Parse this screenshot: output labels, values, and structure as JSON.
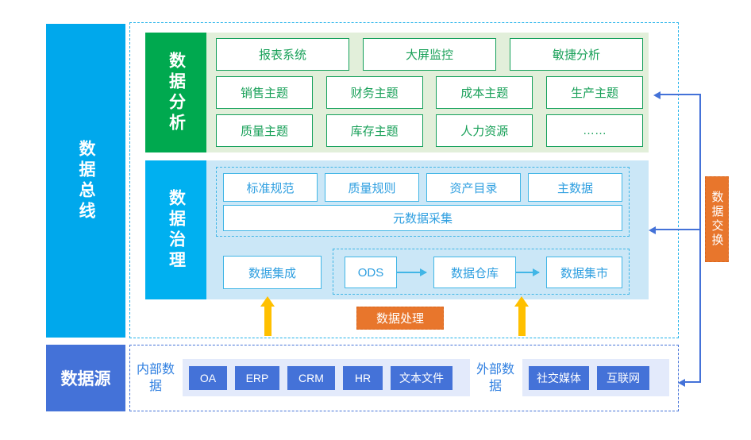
{
  "left_rail": {
    "bus_label": "数据总线",
    "source_label": "数据源"
  },
  "analysis": {
    "label": "数据分析",
    "row1": [
      "报表系统",
      "大屏监控",
      "敏捷分析"
    ],
    "row2": [
      "销售主题",
      "财务主题",
      "成本主题",
      "生产主题"
    ],
    "row3": [
      "质量主题",
      "库存主题",
      "人力资源",
      "……"
    ]
  },
  "governance": {
    "label": "数据治理",
    "row1": [
      "标准规范",
      "质量规则",
      "资产目录",
      "主数据"
    ],
    "metadata": "元数据采集",
    "integration": "数据集成",
    "warehouse_flow": [
      "ODS",
      "数据仓库",
      "数据集市"
    ]
  },
  "process_box": "数据处理",
  "exchange_box": "数据交换",
  "data_source": {
    "internal_label": "内部数据",
    "internal_items": [
      "OA",
      "ERP",
      "CRM",
      "HR",
      "文本文件"
    ],
    "external_label": "外部数据",
    "external_items": [
      "社交媒体",
      "互联网"
    ]
  },
  "colors": {
    "bus_blue": "#00a8ec",
    "source_blue": "#4472d8",
    "analysis_green": "#00a94f",
    "analysis_bg": "#e2efda",
    "governance_blue": "#00b0f0",
    "governance_bg": "#cbe7f7",
    "orange": "#e8762c",
    "arrow_yellow": "#ffc000",
    "box_green_border": "#13a05a",
    "box_blue_border": "#41b6e6"
  }
}
